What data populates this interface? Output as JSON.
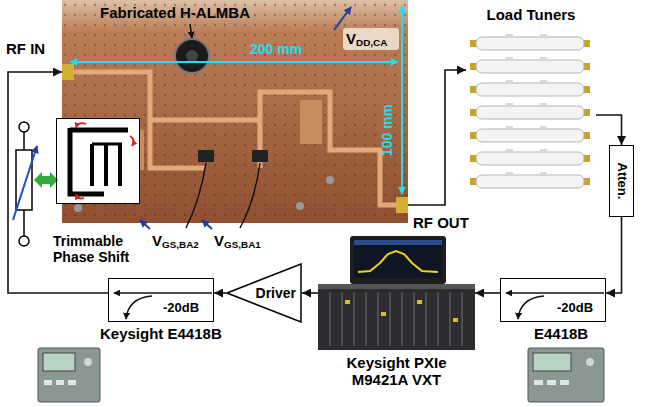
{
  "diagram": {
    "nodes": [
      {
        "text": [
          "Fabricated H-ALMBA"
        ]
      },
      {
        "text": [
          "Load Tuners"
        ]
      },
      {
        "text": [
          "Atten."
        ]
      },
      {
        "text": [
          "-20dB"
        ]
      },
      {
        "text": [
          "E4418B"
        ]
      },
      {
        "text": [
          "Keysight PXIe M9421A VXT"
        ]
      },
      {
        "text": [
          "Driver"
        ]
      },
      {
        "text": [
          "-20dB"
        ]
      },
      {
        "text": [
          "Keysight E4418B"
        ]
      },
      {
        "text": [
          "Trimmable Phase Shift"
        ]
      }
    ],
    "edges": [
      {
        "from": 0,
        "to": 1,
        "arrow": "to"
      },
      {
        "from": 1,
        "to": 2,
        "arrow": "to"
      },
      {
        "from": 2,
        "to": 3,
        "arrow": "to"
      },
      {
        "from": 3,
        "to": 5,
        "arrow": "to"
      },
      {
        "from": 5,
        "to": 6,
        "arrow": "to"
      },
      {
        "from": 6,
        "to": 7,
        "arrow": "to"
      },
      {
        "from": 7,
        "to": 0,
        "arrow": "to"
      }
    ],
    "labels": [
      "RF IN",
      "RF OUT",
      "200 mm",
      "100 mm",
      "VDD,CA",
      "VGS,BA2",
      "VGS,BA1"
    ]
  }
}
